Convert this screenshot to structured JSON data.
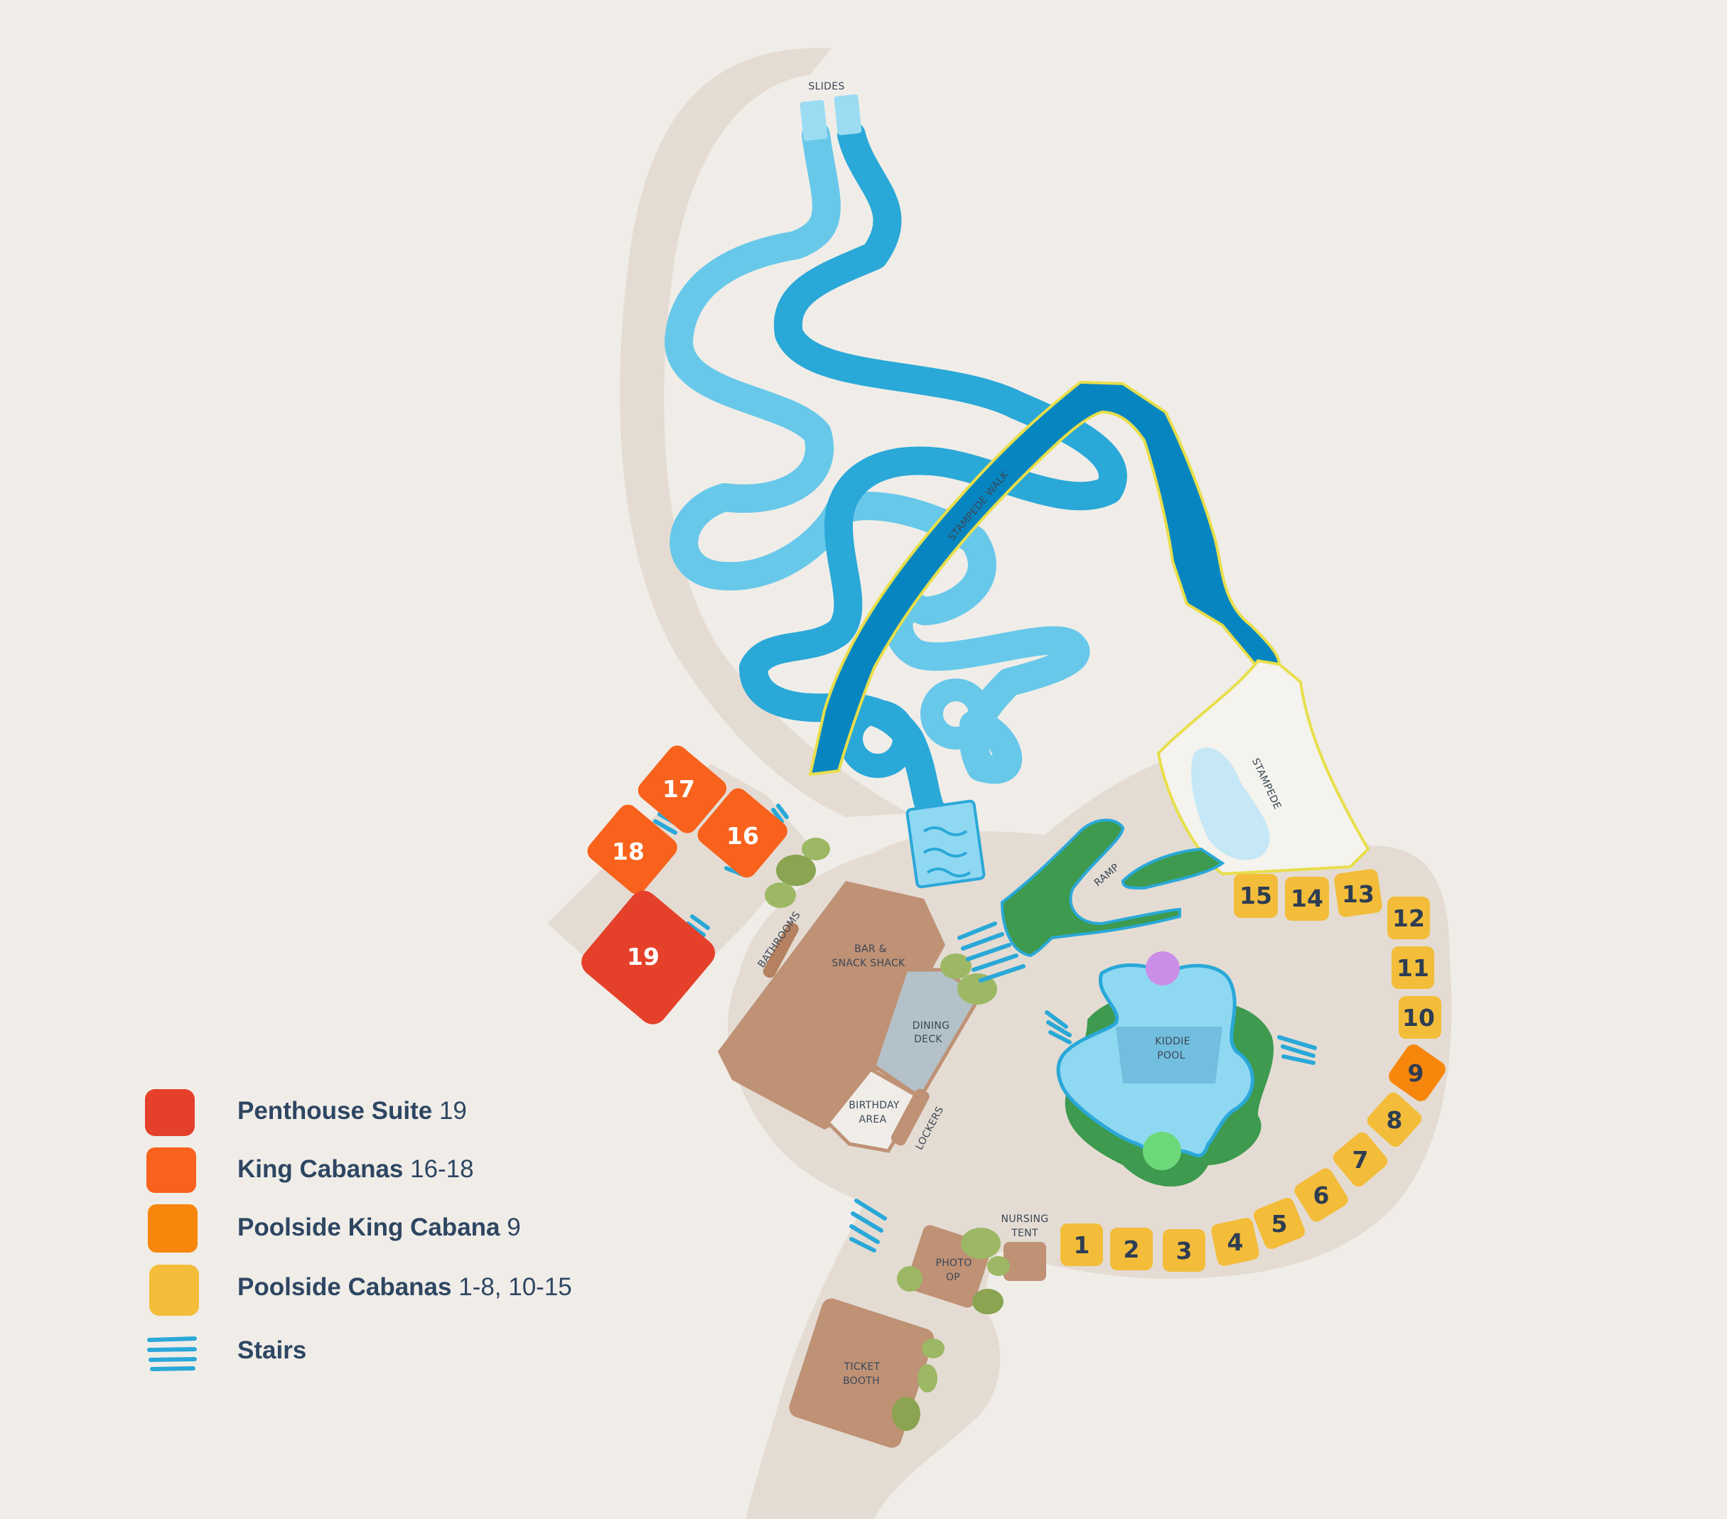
{
  "colors": {
    "background": "#f0ede8",
    "path": "#e4dcd3",
    "slide_light": "#68c8ea",
    "slide_mid": "#2aa8d8",
    "slide_dark": "#0785c0",
    "stampede_outline": "#e8de4a",
    "building": "#bf9175",
    "greenery": "#3d9a4e",
    "shrub": "#9cb865",
    "pool": "#8fd8f2",
    "penthouse": "#e5402a",
    "king": "#f8621c",
    "poolside_king": "#f7870c",
    "poolside": "#f3bd3a"
  },
  "labels": {
    "slides": "SLIDES",
    "stampede_walk": "STAMPEDE WALK",
    "stampede": "STAMPEDE",
    "ramp": "RAMP",
    "bathrooms": "BATHROOMS",
    "bar_line1": "BAR &",
    "bar_line2": "SNACK SHACK",
    "dining_line1": "DINING",
    "dining_line2": "DECK",
    "birthday_line1": "BIRTHDAY",
    "birthday_line2": "AREA",
    "lockers": "LOCKERS",
    "kiddie_line1": "KIDDIE",
    "kiddie_line2": "POOL",
    "nursing_line1": "NURSING",
    "nursing_line2": "TENT",
    "photo_line1": "PHOTO",
    "photo_line2": "OP",
    "ticket_line1": "TICKET",
    "ticket_line2": "BOOTH"
  },
  "cabanas": {
    "c1": "1",
    "c2": "2",
    "c3": "3",
    "c4": "4",
    "c5": "5",
    "c6": "6",
    "c7": "7",
    "c8": "8",
    "c9": "9",
    "c10": "10",
    "c11": "11",
    "c12": "12",
    "c13": "13",
    "c14": "14",
    "c15": "15",
    "c16": "16",
    "c17": "17",
    "c18": "18",
    "c19": "19"
  },
  "legend": {
    "penthouse": {
      "name": "Penthouse Suite",
      "range": "19"
    },
    "king": {
      "name": "King Cabanas",
      "range": "16-18"
    },
    "poolside_king": {
      "name": "Poolside King Cabana",
      "range": "9"
    },
    "poolside": {
      "name": "Poolside Cabanas",
      "range": "1-8, 10-15"
    },
    "stairs": {
      "name": "Stairs"
    }
  }
}
